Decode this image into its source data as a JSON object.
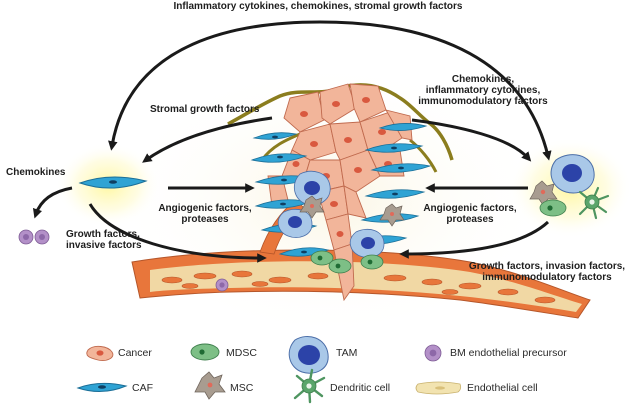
{
  "labels": {
    "top": "Inflammatory cytokines, chemokines, stromal growth factors",
    "right_top": [
      "Chemokines,",
      "inflammatory cytokines,",
      "immunomodulatory factors"
    ],
    "stromal": "Stromal growth factors",
    "chemokines": "Chemokines",
    "angio_left": [
      "Angiogenic factors,",
      "proteases"
    ],
    "angio_right": [
      "Angiogenic factors,",
      "proteases"
    ],
    "growth_left": [
      "Growth factors,",
      "invasive factors"
    ],
    "growth_right": [
      "Growth factors, invasion factors,",
      "immunomodulatory factors"
    ]
  },
  "legend": {
    "cancer": "Cancer",
    "mdsc": "MDSC",
    "tam": "TAM",
    "bm": "BM endothelial precursor",
    "caf": "CAF",
    "msc": "MSC",
    "dendritic": "Dendritic cell",
    "endothelial": "Endothelial cell"
  },
  "colors": {
    "caf": "#2fa3d4",
    "cancer": "#f2b59a",
    "cancer_nucleus": "#d9593f",
    "mdsc": "#7dbf86",
    "tam": "#2c43a8",
    "msc": "#a89c90",
    "dendritic": "#5aa56b",
    "endothelial": "#f2e3b0",
    "bm": "#b390c8",
    "vessel": "#e8763b",
    "membrane": "#8b7d1e",
    "glow": "#fff6a8"
  }
}
